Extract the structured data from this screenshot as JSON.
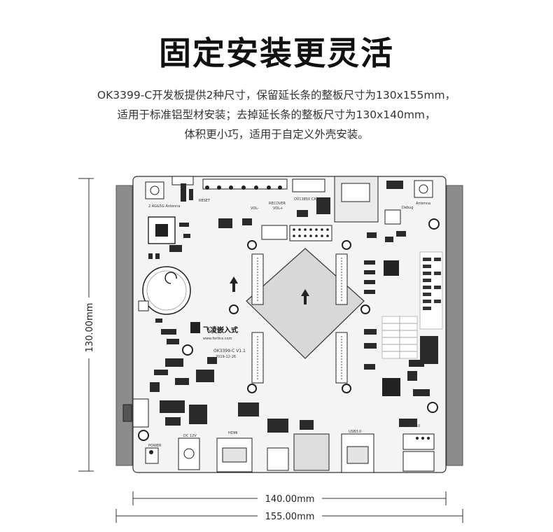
{
  "header": {
    "title": "固定安装更灵活",
    "lines": [
      "OK3399-C开发板提供2种尺寸，保留延长条的整板尺寸为130x155mm，",
      "适用于标准铝型材安装；去掉延长条的整板尺寸为130x140mm，",
      "体积更小巧，适用于自定义外壳安装。"
    ]
  },
  "dimensions": {
    "height_label": "130.00mm",
    "inner_width_label": "140.00mm",
    "outer_width_label": "155.00mm"
  },
  "board": {
    "logo_text": "飞凌嵌入式",
    "logo_sub": "www.forlinx.com",
    "model": "OK3399-C V1.1",
    "date": "2019-12-26",
    "silkscreen": [
      "2.4G&5G Antenna",
      "RESET",
      "RECOVER",
      "VOL+",
      "VOL-",
      "OV13850 CAM0",
      "Antenna",
      "Debug",
      "POWER",
      "DC 12V",
      "HDMI",
      "USB3.0",
      "USB2.0"
    ]
  },
  "colors": {
    "rail": "#8c8c8c",
    "pcb": "#f4f4f4",
    "ink": "#1a1a1a"
  }
}
